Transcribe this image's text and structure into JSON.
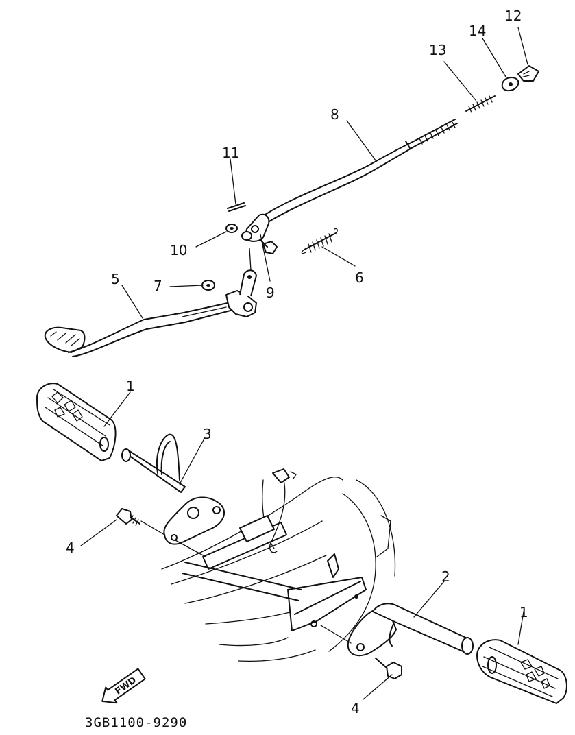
{
  "diagram": {
    "callouts": {
      "footrest_left": "1",
      "footrest_right": "1",
      "footrest_bracket_right": "2",
      "footrest_bracket_left": "3",
      "bolt_left": "4",
      "bolt_right": "4",
      "brake_pedal": "5",
      "spring": "6",
      "washer": "7",
      "brake_rod": "8",
      "pin": "9",
      "washer_10": "10",
      "cotter_pin": "11",
      "adjust_nut": "12",
      "rod_spring": "13",
      "joint": "14"
    },
    "fwd_label": "FWD",
    "drawing_code": "3GB1100-9290"
  }
}
